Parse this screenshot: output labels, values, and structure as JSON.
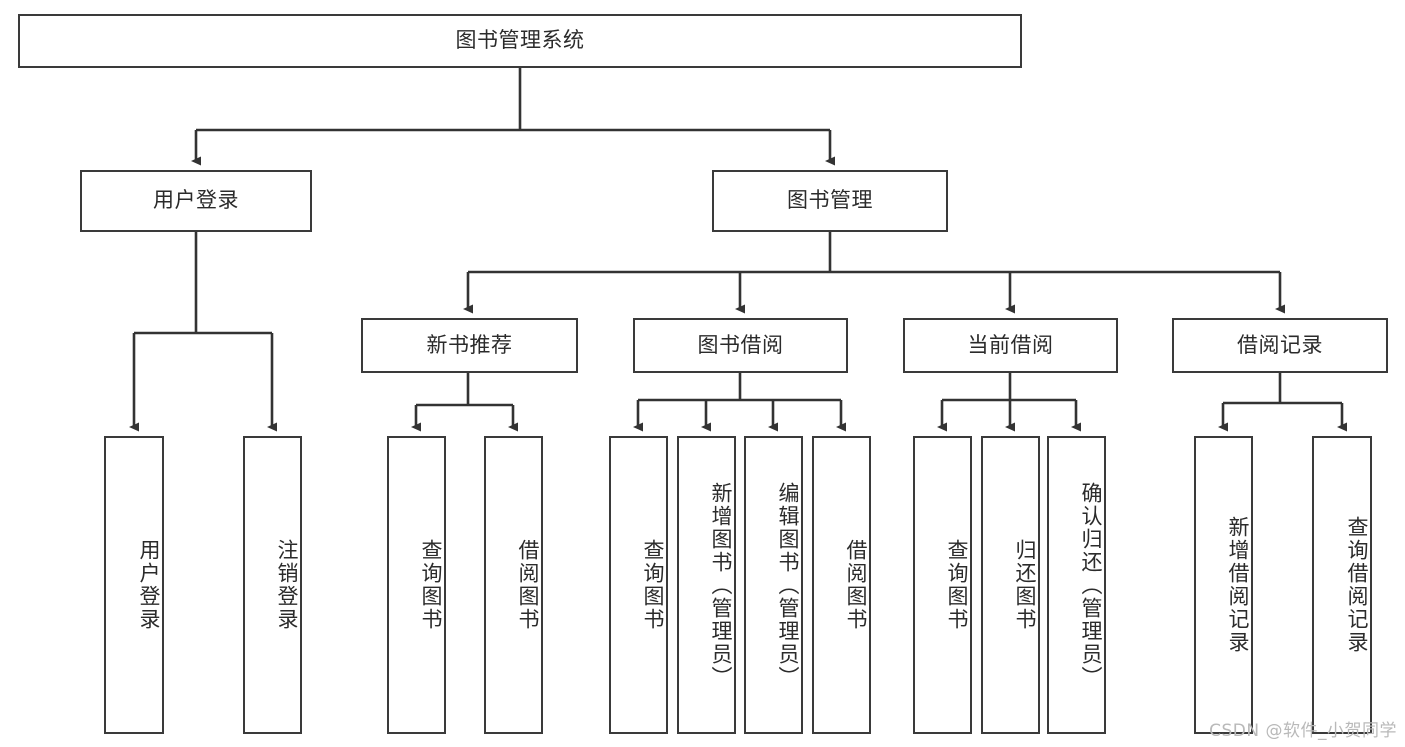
{
  "diagram": {
    "title": "图书管理系统",
    "type": "hierarchy-tree",
    "orientation": "top-down",
    "colors": {
      "background": "#ffffff",
      "node_border": "#3a3a3a",
      "node_fill": "#ffffff",
      "connector": "#333333",
      "text": "#2b2b2b",
      "watermark": "#b9b9b9"
    }
  },
  "root": {
    "label": "图书管理系统"
  },
  "level2": [
    {
      "label": "用户登录"
    },
    {
      "label": "图书管理"
    }
  ],
  "level3": [
    {
      "label": "新书推荐"
    },
    {
      "label": "图书借阅"
    },
    {
      "label": "当前借阅"
    },
    {
      "label": "借阅记录"
    }
  ],
  "leaves": {
    "user_login": [
      {
        "label": "用户登录"
      },
      {
        "label": "注销登录"
      }
    ],
    "new_book_recommend": [
      {
        "label": "查询图书"
      },
      {
        "label": "借阅图书"
      }
    ],
    "book_borrow": [
      {
        "label": "查询图书"
      },
      {
        "label": "新增图书（管理员）"
      },
      {
        "label": "编辑图书（管理员）"
      },
      {
        "label": "借阅图书"
      }
    ],
    "current_borrow": [
      {
        "label": "查询图书"
      },
      {
        "label": "归还图书"
      },
      {
        "label": "确认归还（管理员）"
      }
    ],
    "borrow_record": [
      {
        "label": "新增借阅记录"
      },
      {
        "label": "查询借阅记录"
      }
    ]
  },
  "watermark": {
    "text": "CSDN @软件_小贺同学"
  }
}
